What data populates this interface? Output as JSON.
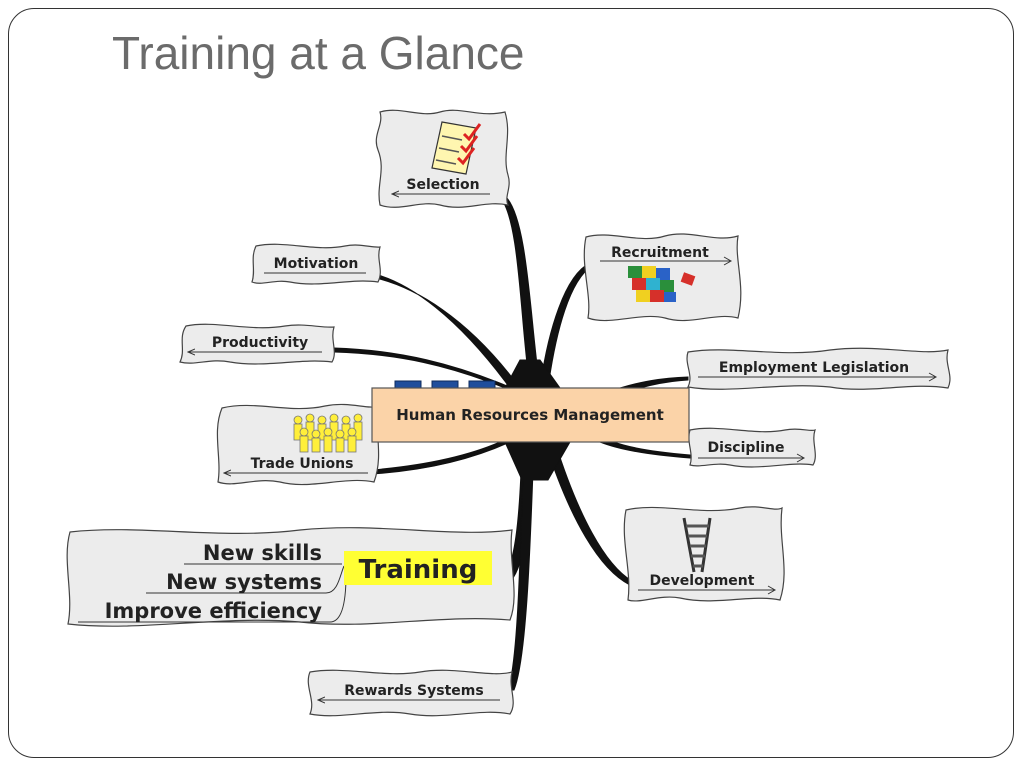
{
  "slide": {
    "title": "Training at a Glance"
  },
  "mind_map": {
    "center": "Human Resources Management",
    "branches": {
      "selection": "Selection",
      "recruitment": "Recruitment",
      "motivation": "Motivation",
      "productivity": "Productivity",
      "employment_legislation": "Employment Legislation",
      "trade_unions": "Trade Unions",
      "discipline": "Discipline",
      "development": "Development",
      "training": "Training",
      "rewards_systems": "Rewards Systems"
    },
    "training_items": [
      "New skills",
      "New systems",
      "Improve efficiency"
    ]
  },
  "colors": {
    "title": "#6b6b6b",
    "center_fill": "#fbd3a8",
    "center_tabs": "#1f4e9c",
    "bubble_fill": "#ececec",
    "training_highlight": "#ffff33"
  },
  "icons": {
    "selection": "checklist-icon",
    "recruitment": "puzzle-icon",
    "trade_unions": "crowd-icon",
    "development": "ladder-icon"
  }
}
